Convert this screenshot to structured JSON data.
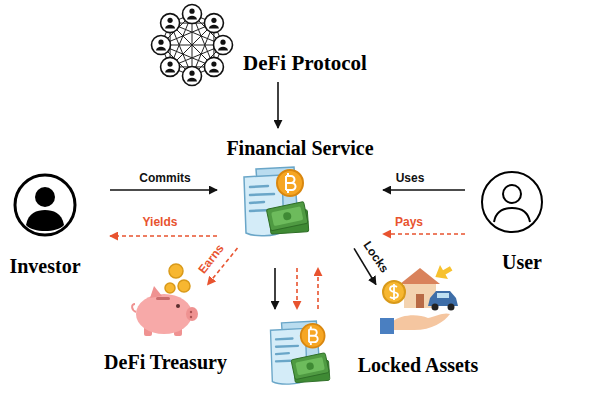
{
  "diagram": {
    "nodes": [
      {
        "text": [
          "DeFi Protocol"
        ]
      },
      {
        "text": [
          "Financial Service"
        ]
      },
      {
        "text": [
          "Investor"
        ]
      },
      {
        "text": [
          "User"
        ]
      },
      {
        "text": [
          "DeFi Treasury"
        ]
      },
      {
        "text": [
          "Locked Assets"
        ]
      }
    ],
    "edges": [
      {
        "from": 0,
        "to": 1,
        "arrow": "to"
      },
      {
        "from": 2,
        "to": 1,
        "label": "Commits",
        "arrow": "to"
      },
      {
        "from": 1,
        "to": 2,
        "label": "Yields",
        "arrow": "to"
      },
      {
        "from": 3,
        "to": 1,
        "label": "Uses",
        "arrow": "to"
      },
      {
        "from": 3,
        "to": 1,
        "label": "Pays",
        "arrow": "to"
      },
      {
        "from": 1,
        "to": 4,
        "label": "Earns",
        "arrow": "to"
      },
      {
        "from": 1,
        "to": 5,
        "label": "Locks",
        "arrow": "to"
      }
    ]
  }
}
